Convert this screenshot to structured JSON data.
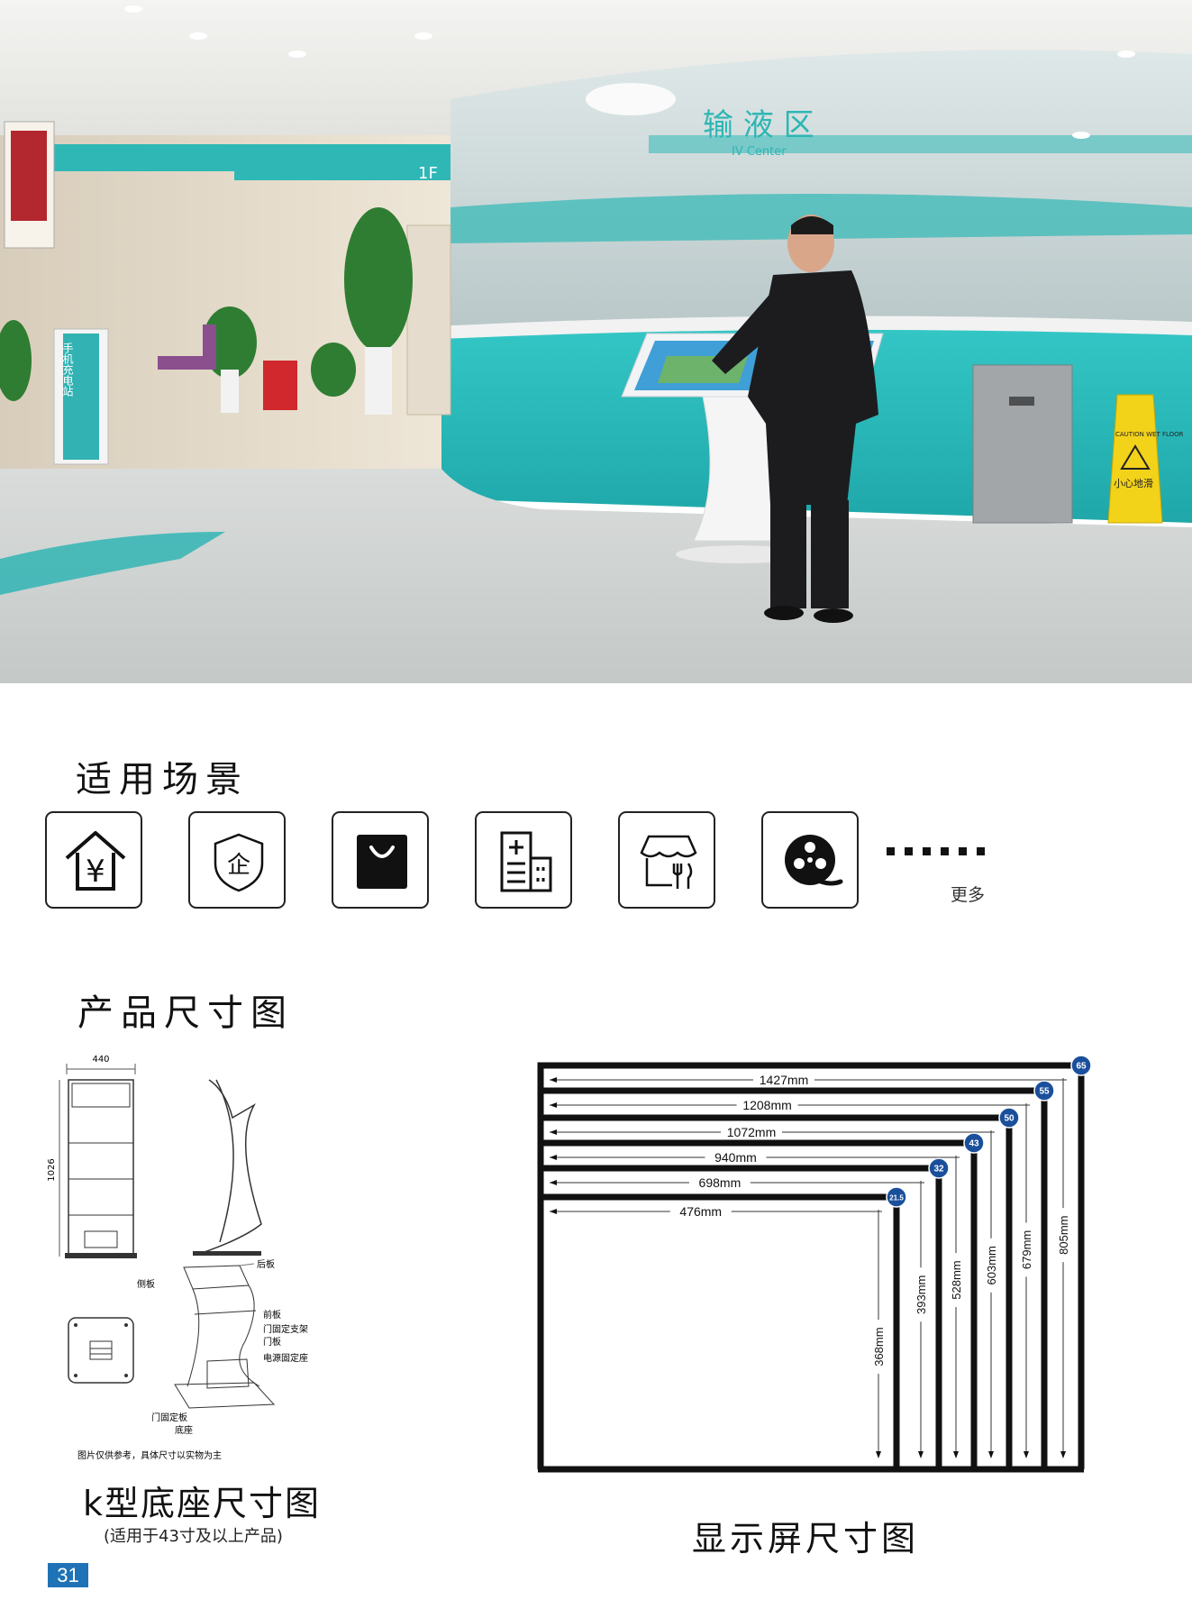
{
  "hero": {
    "sign_main": "输 液 区",
    "sign_sub": "IV Center",
    "floor_sign": "1F",
    "charging_sign": "手机充电站",
    "caution_sign": "小心地滑",
    "caution_en": "CAUTION WET FLOOR"
  },
  "scenarios": {
    "title": "适用场景",
    "items": [
      {
        "name": "finance",
        "icon": "house-yen-icon",
        "glyph": "¥"
      },
      {
        "name": "enterprise",
        "icon": "shield-enterprise-icon",
        "glyph": "企"
      },
      {
        "name": "retail",
        "icon": "shopping-bag-icon"
      },
      {
        "name": "hospital",
        "icon": "hospital-building-icon"
      },
      {
        "name": "restaurant",
        "icon": "restaurant-icon"
      },
      {
        "name": "cinema",
        "icon": "film-reel-icon"
      }
    ],
    "more_label": "更多"
  },
  "dimensions": {
    "title": "产品尺寸图",
    "base": {
      "width_label": "440",
      "height_label": "1026",
      "parts": [
        "后板",
        "侧板",
        "前板",
        "门固定支架",
        "门板",
        "电源固定座",
        "门固定板",
        "底座"
      ],
      "note": "图片仅供参考，具体尺寸以实物为主",
      "caption": "k型底座尺寸图",
      "subcaption": "(适用于43寸及以上产品)"
    },
    "screen": {
      "caption": "显示屏尺寸图",
      "sizes": [
        {
          "inch": "65",
          "width": "1427mm",
          "height": "805mm",
          "w_mm": 1427,
          "h_mm": 805
        },
        {
          "inch": "55",
          "width": "1208mm",
          "height": "679mm",
          "w_mm": 1208,
          "h_mm": 679
        },
        {
          "inch": "50",
          "width": "1072mm",
          "height": "603mm",
          "w_mm": 1072,
          "h_mm": 603
        },
        {
          "inch": "43",
          "width": "940mm",
          "height": "528mm",
          "w_mm": 940,
          "h_mm": 528
        },
        {
          "inch": "32",
          "width": "698mm",
          "height": "393mm",
          "w_mm": 698,
          "h_mm": 393
        },
        {
          "inch": "21.5",
          "width": "476mm",
          "height": "368mm",
          "w_mm": 476,
          "h_mm": 368
        }
      ],
      "badge_color": "#1a4f9c"
    }
  },
  "page_number": "31",
  "colors": {
    "teal": "#27bdbd",
    "page_badge": "#1f72b6"
  }
}
